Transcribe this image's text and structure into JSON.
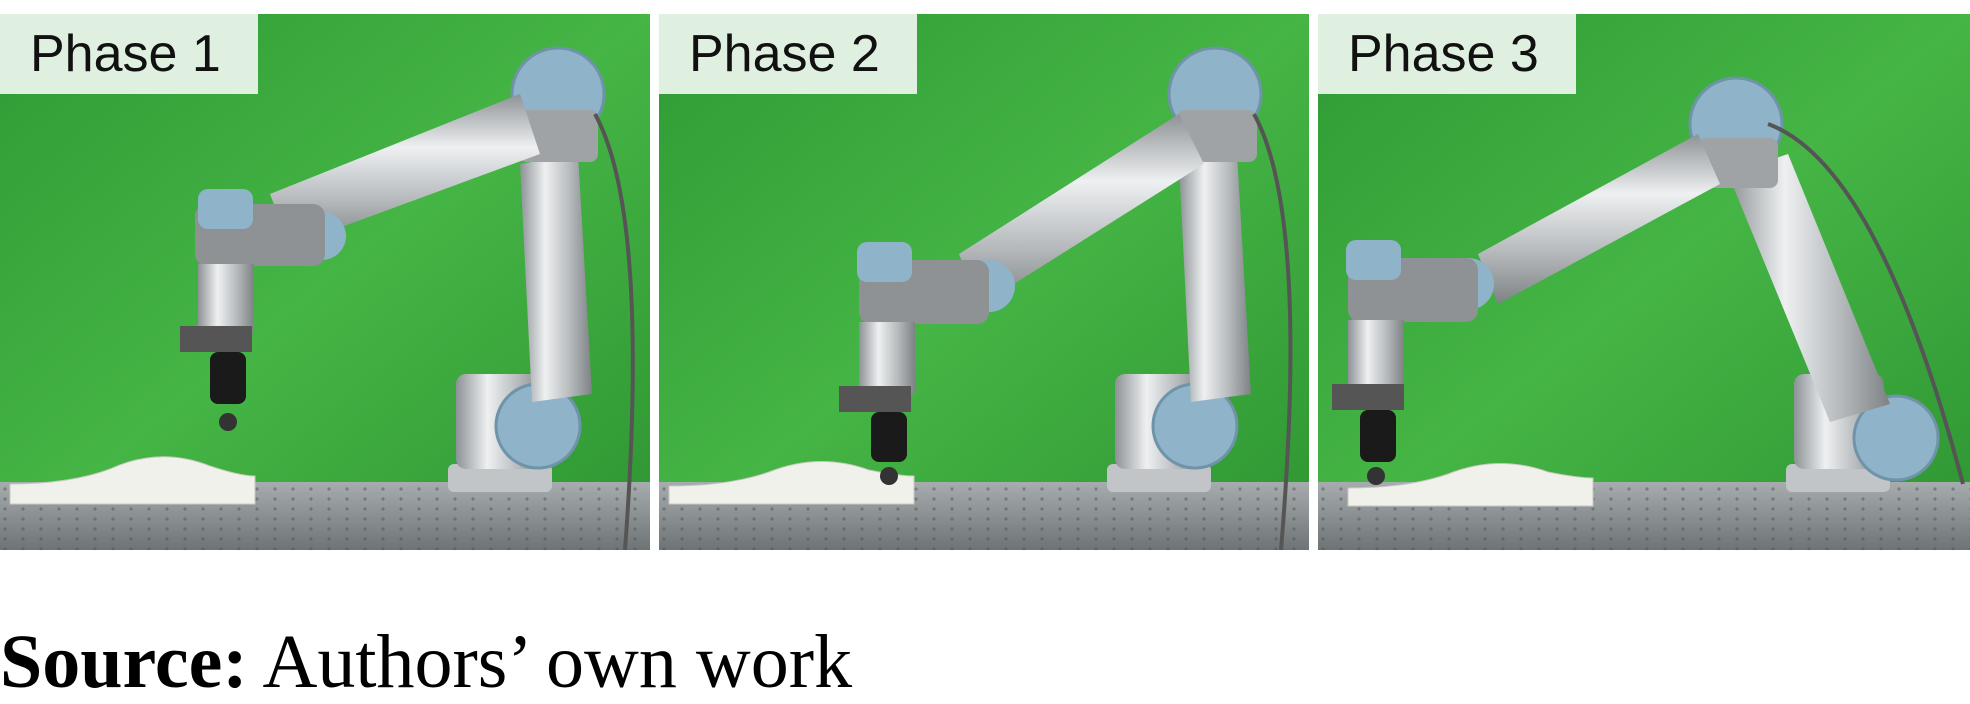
{
  "panels": [
    {
      "label": "Phase 1"
    },
    {
      "label": "Phase 2"
    },
    {
      "label": "Phase 3"
    }
  ],
  "caption": {
    "prefix": "Source:",
    "text": " Authors’ own work"
  },
  "colors": {
    "backdrop_green": "#3aa83a",
    "label_bg": "#dff0e0",
    "robot_silver": "#b9bcbf",
    "joint_cap_blue": "#8fb3c8",
    "table_gray": "#8a8f92"
  }
}
